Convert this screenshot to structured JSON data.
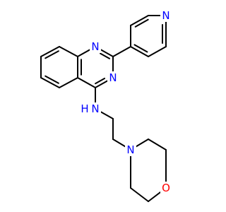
{
  "molecule": {
    "colors": {
      "background": "#ffffff",
      "bond": "#000000",
      "nitrogen": "#0000ff",
      "oxygen": "#ff0000"
    },
    "atom_labels": {
      "n_quin_1": "N",
      "n_quin_3": "N",
      "n_pyridine": "N",
      "n_amine": "N",
      "h_amine": "H",
      "n_morpholine": "N",
      "o_morpholine": "O"
    }
  }
}
